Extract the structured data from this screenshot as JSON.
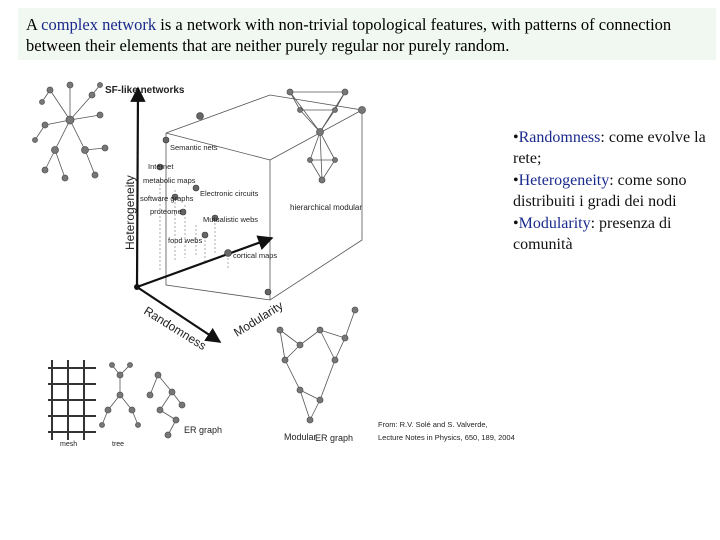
{
  "header": {
    "text_1": "A ",
    "link_1": "complex network",
    "text_2": " is a network with non-trivial topological features, with patterns of connection between their elements that are neither purely regular nor purely random."
  },
  "bullets": [
    {
      "mark": "•",
      "term": "Randomness",
      "rest": ": come evolve la rete;"
    },
    {
      "mark": "•",
      "term": "Heterogeneity",
      "rest": ": come sono distribuiti i gradi dei nodi"
    },
    {
      "mark": "•",
      "term": "Modularity",
      "rest": ": presenza di comunità"
    }
  ],
  "figure": {
    "axes": {
      "heterogeneity": "Heterogeneity",
      "randomness": "Randomness",
      "modularity": "Modularity"
    },
    "labels": {
      "sf": "SF-like networks",
      "semantic": "Semantic nets",
      "internet": "Internet",
      "metabolic": "metabolic maps",
      "software": "software graphs",
      "proteome": "proteome",
      "electronic": "Electronic circuits",
      "mutualistic": "Mutualistic webs",
      "foodwebs": "food webs",
      "cortical": "cortical maps",
      "hierarchical": "hierarchical modular",
      "er": "ER graph",
      "modular": "Modular",
      "er2": "ER graph",
      "mesh": "mesh",
      "tree": "tree"
    },
    "citation": {
      "line1": "From: R.V. Solé and S. Valverde,",
      "line2": "Lecture Notes in Physics, 650, 189, 2004"
    }
  }
}
